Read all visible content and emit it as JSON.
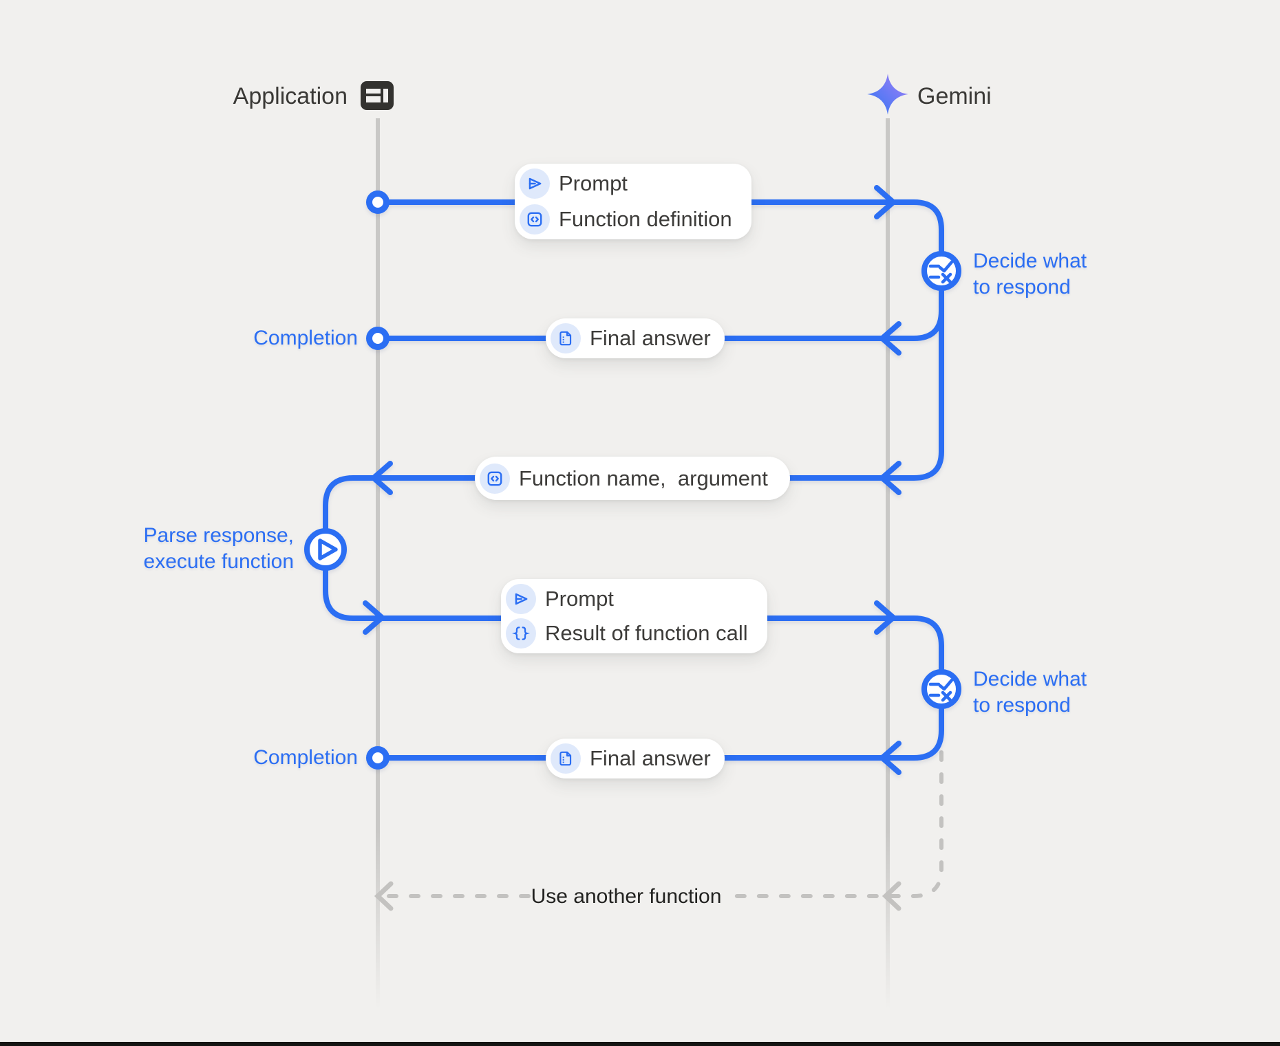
{
  "header": {
    "application": {
      "label": "Application",
      "icon": "app-window-icon"
    },
    "gemini": {
      "label": "Gemini",
      "icon": "gemini-star-icon"
    }
  },
  "flow": {
    "message_boxes": [
      {
        "id": "prompt-function-definition",
        "rows": [
          {
            "icon": "send-icon",
            "label": "Prompt"
          },
          {
            "icon": "code-icon",
            "label": "Function definition"
          }
        ]
      },
      {
        "id": "final-answer-1",
        "rows": [
          {
            "icon": "document-icon",
            "label": "Final answer"
          }
        ]
      },
      {
        "id": "function-name-argument",
        "rows": [
          {
            "icon": "code-icon",
            "label": "Function name,  argument"
          }
        ]
      },
      {
        "id": "prompt-result-of-function-call",
        "rows": [
          {
            "icon": "send-icon",
            "label": "Prompt"
          },
          {
            "icon": "braces-icon",
            "label": "Result of function call"
          }
        ]
      },
      {
        "id": "final-answer-2",
        "rows": [
          {
            "icon": "document-icon",
            "label": "Final answer"
          }
        ]
      }
    ],
    "annotations": {
      "completion_1": "Completion",
      "completion_2": "Completion",
      "decide_1": {
        "line1": "Decide what",
        "line2": "to respond",
        "icon": "decision-checklist-icon"
      },
      "decide_2": {
        "line1": "Decide what",
        "line2": "to respond",
        "icon": "decision-checklist-icon"
      },
      "parse": {
        "line1": "Parse response,",
        "line2": "execute function",
        "icon": "play-icon"
      },
      "use_another_function": "Use another function"
    }
  },
  "icons": [
    "app-window-icon",
    "gemini-star-icon",
    "send-icon",
    "code-icon",
    "document-icon",
    "braces-icon",
    "decision-checklist-icon",
    "play-icon",
    "arrowhead-chevron-icon",
    "lifeline-start-circle-icon"
  ],
  "colors": {
    "background": "#f1f0ee",
    "accent_blue": "#2b6ef3",
    "lifeline_gray": "#c9c8c6",
    "dashed_gray": "#c3c2c0",
    "text_dark": "#3d3c3a",
    "icon_chip_blue": "#dfe9fb",
    "gemini_gradient_start": "#2e75f3",
    "gemini_gradient_end": "#a97ef6"
  }
}
